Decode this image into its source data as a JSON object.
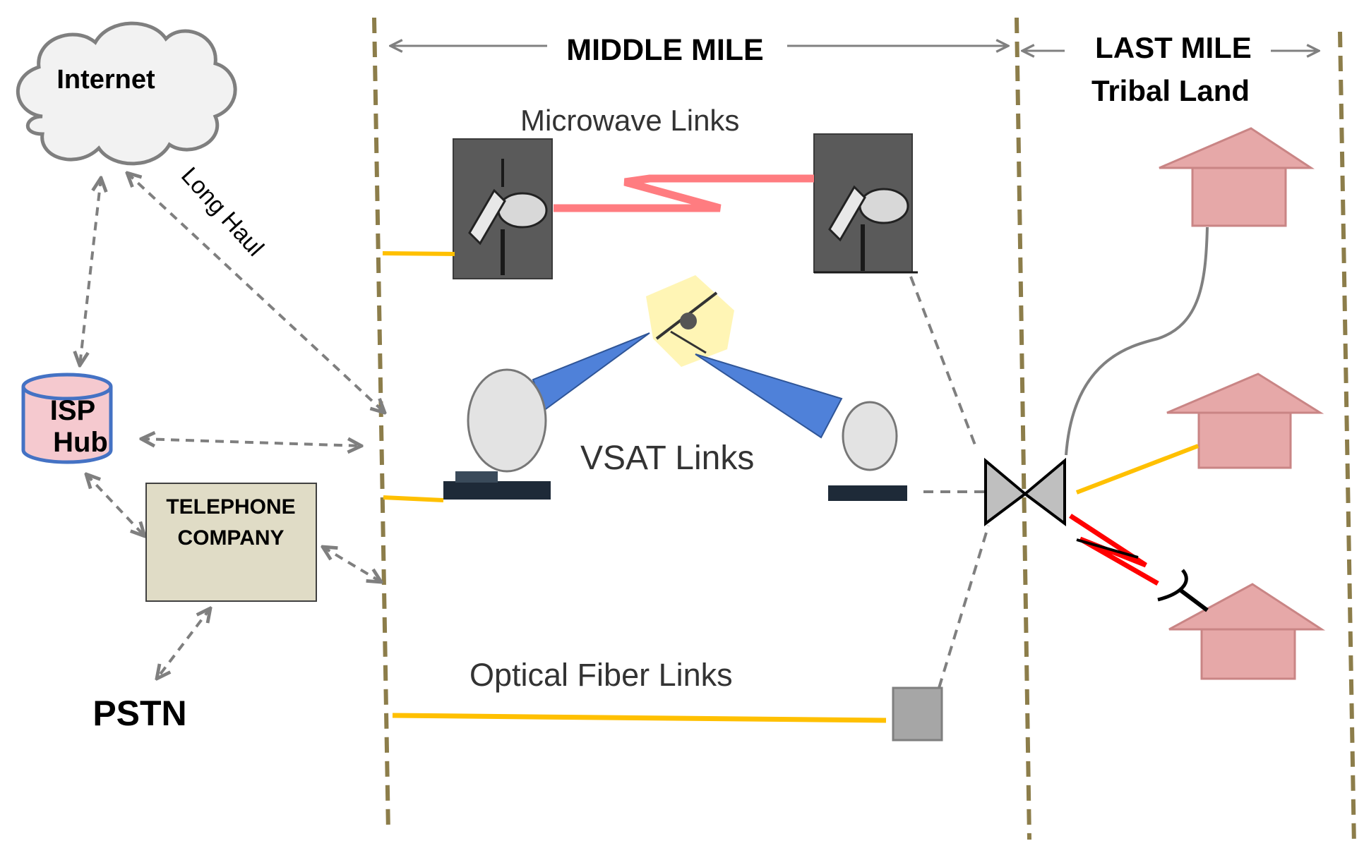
{
  "cloud": {
    "label": "Internet"
  },
  "edge_labels": {
    "long_haul": "Long Haul"
  },
  "isp_hub": {
    "line1": "ISP",
    "line2": "Hub"
  },
  "telephone_company": {
    "line1": "TELEPHONE",
    "line2": "COMPANY"
  },
  "pstn": {
    "label": "PSTN"
  },
  "sections": {
    "middle_mile": "MIDDLE MILE",
    "last_mile_line1": "LAST MILE",
    "last_mile_line2": "Tribal Land"
  },
  "links": {
    "microwave": "Microwave Links",
    "vsat": "VSAT Links",
    "fiber": "Optical Fiber Links"
  },
  "colors": {
    "section_divider": "#8c7d4a",
    "dashed_arrow": "#7f7f7f",
    "feed_line": "#ffc000",
    "microwave_beam": "#ff7c80",
    "vsat_beam": "#4472c4",
    "house_fill": "#e6a8a8",
    "house_stroke": "#c98585",
    "wireless_red": "#ff0000",
    "isp_fill": "#f5c9cf",
    "isp_stroke": "#4472c4",
    "telephone_fill": "#e0dcc6",
    "cloud_fill": "#f2f2f2",
    "fiber_box": "#a6a6a6"
  }
}
